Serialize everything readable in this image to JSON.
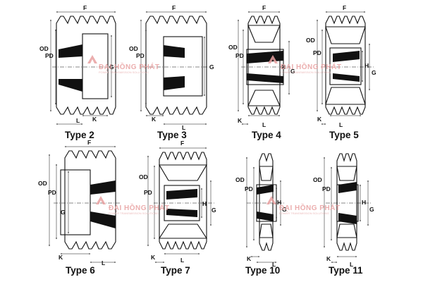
{
  "watermark": {
    "name": "ĐẠI HỒNG PHÁT",
    "tagline": "POWER TRANSMISSION SOLUTIONS"
  },
  "dimension_labels": {
    "od": "OD",
    "pd": "PD",
    "f": "F",
    "g": "G",
    "h": "H",
    "k": "K",
    "l": "L"
  },
  "types": [
    {
      "caption": "Type 2"
    },
    {
      "caption": "Type 3"
    },
    {
      "caption": "Type 4"
    },
    {
      "caption": "Type 5"
    },
    {
      "caption": "Type 6"
    },
    {
      "caption": "Type 7"
    },
    {
      "caption": "Type 10"
    },
    {
      "caption": "Type 11"
    }
  ]
}
